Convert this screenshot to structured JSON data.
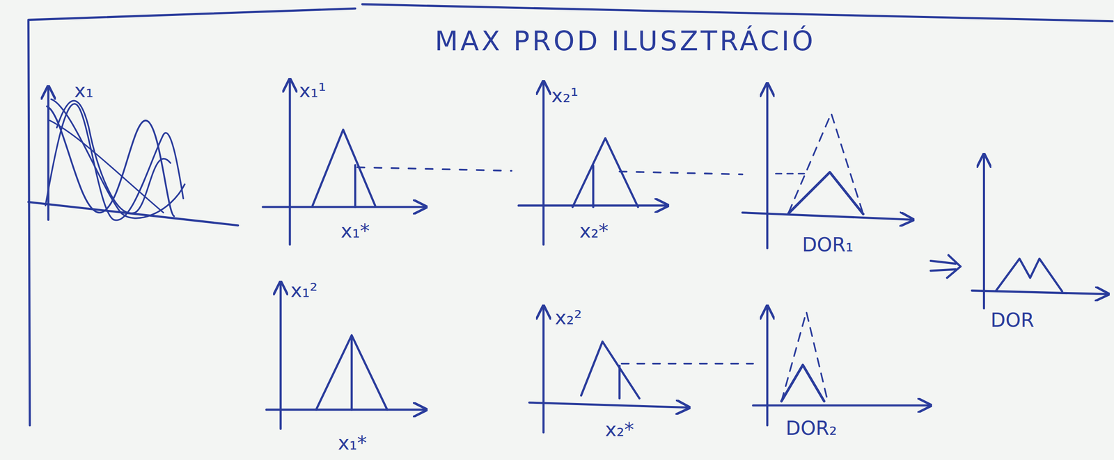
{
  "diagram": {
    "title": "MAX PROD ILUSZTRÁCIÓ",
    "labels": [
      "x₁",
      "x₁¹",
      "x₁*",
      "x₂¹",
      "x₂*",
      "DOR₁",
      "DOR",
      "x₁²",
      "x₁*",
      "x₂²",
      "x₂*",
      "DOR₂"
    ]
  }
}
